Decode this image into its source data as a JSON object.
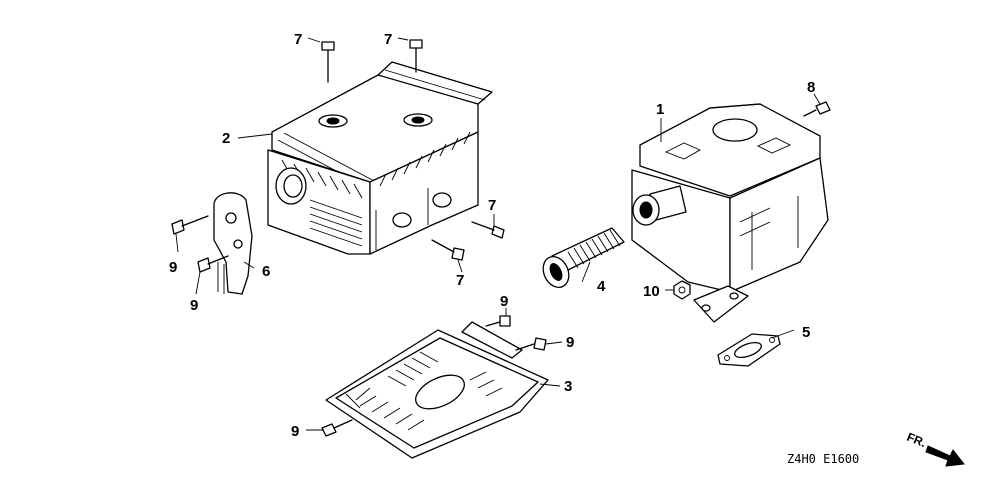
{
  "callouts": {
    "p1": "1",
    "p2": "2",
    "p3": "3",
    "p4": "4",
    "p5": "5",
    "p6": "6",
    "p7a": "7",
    "p7b": "7",
    "p7c": "7",
    "p7d": "7",
    "p8": "8",
    "p9a": "9",
    "p9b": "9",
    "p9c": "9",
    "p9d": "9",
    "p9e": "9",
    "p10": "10"
  },
  "diagram_code": "Z4H0 E1600",
  "front_label": "FR."
}
